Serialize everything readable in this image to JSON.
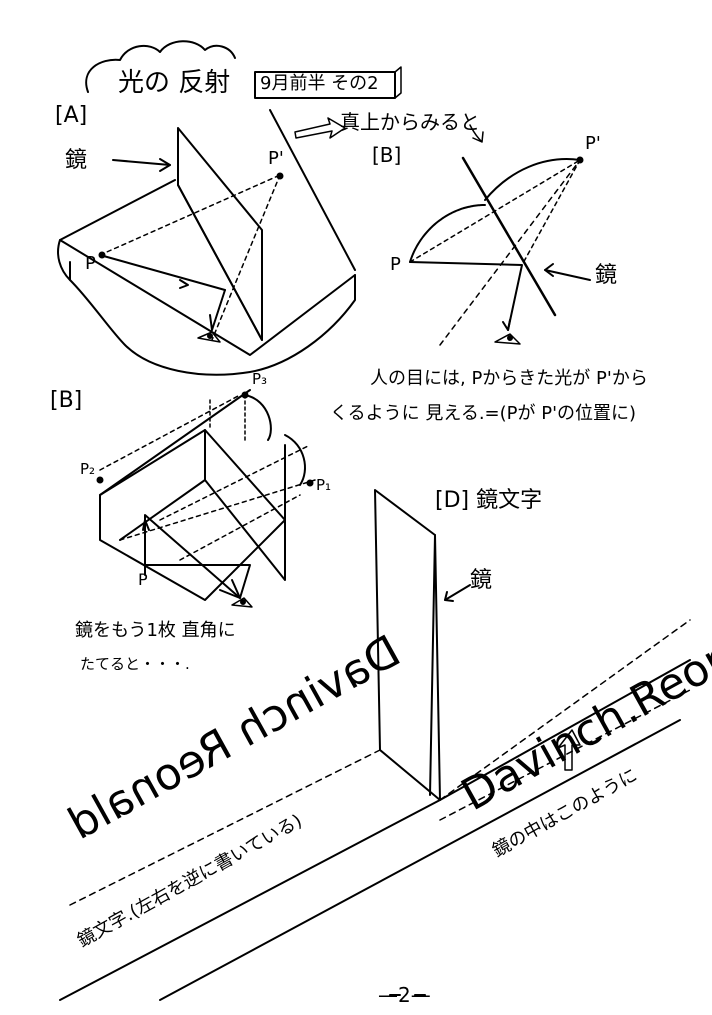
{
  "title": {
    "main": "光の 反射",
    "tag": "9月前半 その2"
  },
  "sections": {
    "A": {
      "label": "[A]",
      "mirror_label": "鏡",
      "p": "P",
      "p_prime": "P'"
    },
    "B_top": {
      "arrow_text": "真上からみると",
      "label": "[B]",
      "mirror_label": "鏡",
      "p": "P",
      "p_prime": "P'"
    },
    "note": {
      "line1": "人の目には, Pからきた光が P'から",
      "line2": "くるように 見える.=(Pが P'の位置に)"
    },
    "B_bottom": {
      "label": "[B]",
      "p": "P",
      "p1": "P₁",
      "p2": "P₂",
      "p3": "P₃",
      "caption1": "鏡をもう1枚 直角に",
      "caption2": "たてると・・・."
    },
    "D": {
      "label": "[D] 鏡文字",
      "mirror_label": "鏡",
      "reflected_text": "Davinch.Reonald",
      "mirrored_text": "Davinch Reonald",
      "in_mirror_caption": "鏡の中はこのように",
      "mirror_writing_caption": "鏡文字.(左右を逆に書いている)"
    }
  },
  "page_number": "—2—"
}
